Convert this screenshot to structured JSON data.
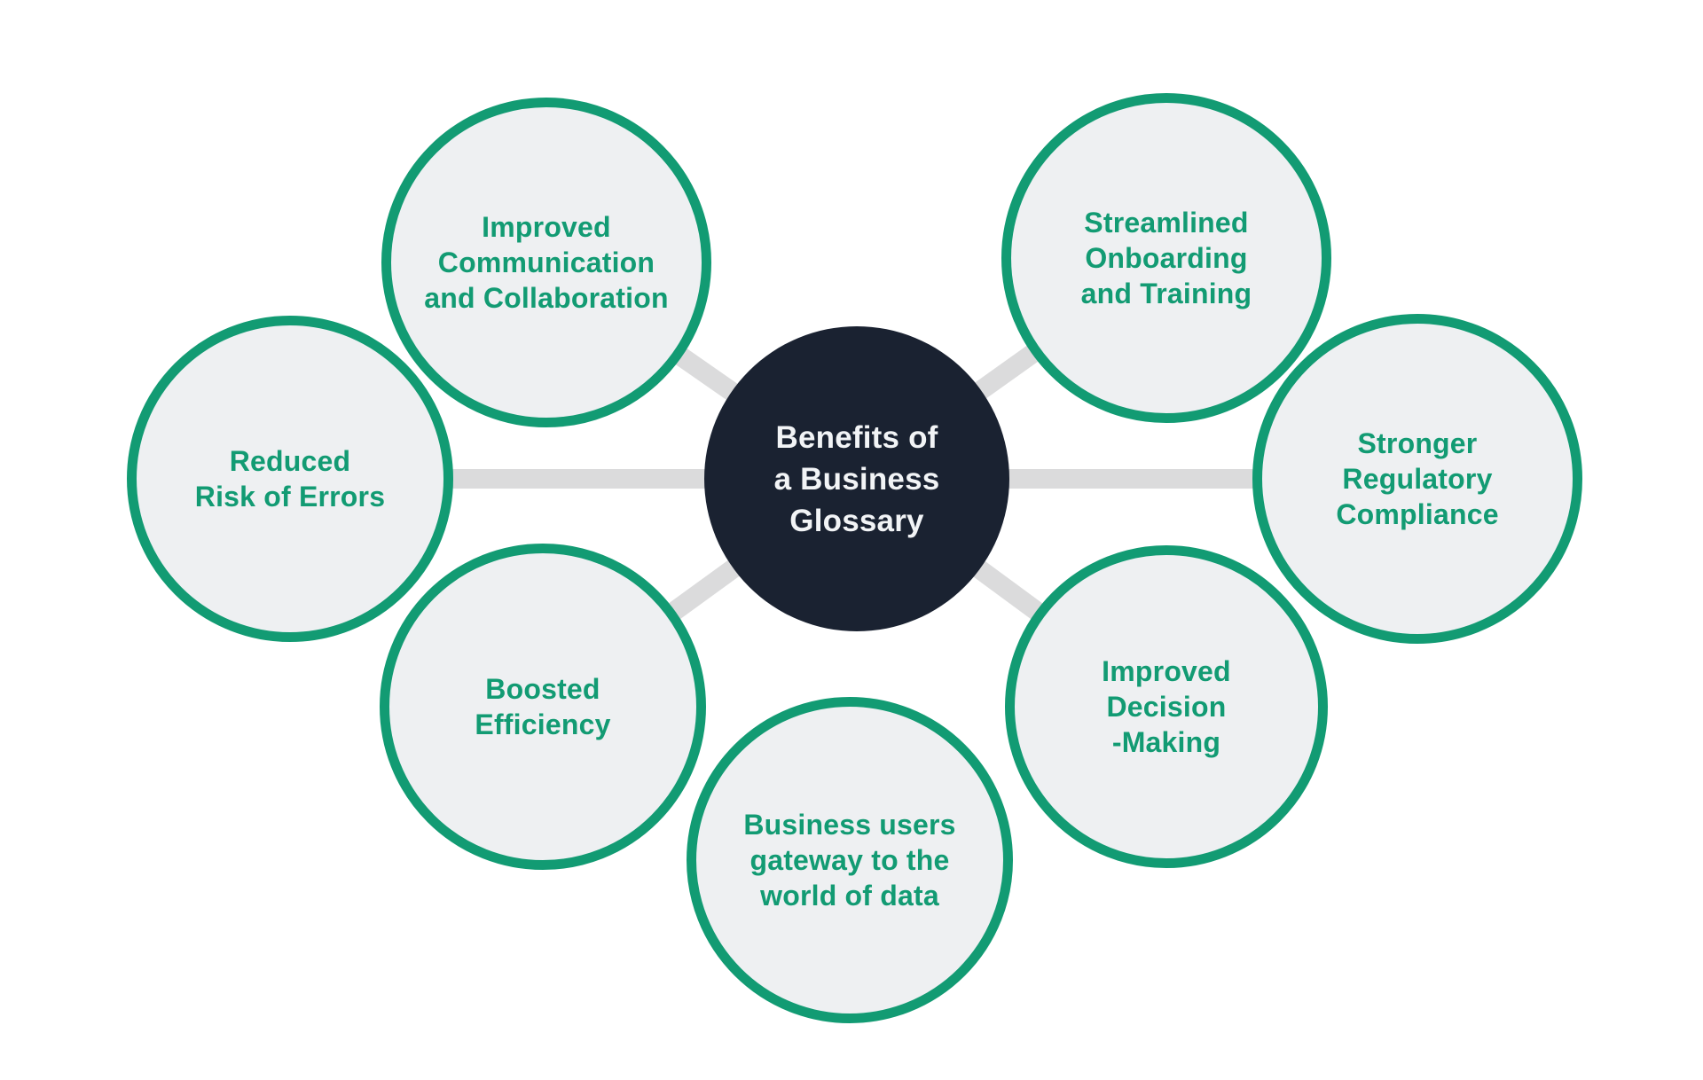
{
  "title": "Benefits of a Business Glossary",
  "colors": {
    "accent_green": "#129b73",
    "satellite_fill": "#eef0f2",
    "center_fill": "#1a2231",
    "center_text": "#f2f4f6",
    "connector_gray": "#dbdbdc",
    "background": "#ffffff"
  },
  "center": {
    "id": "center",
    "lines": [
      "Benefits of",
      "a Business",
      "Glossary"
    ]
  },
  "nodes": [
    {
      "id": "improved-communication",
      "lines": [
        "Improved",
        "Communication",
        "and Collaboration"
      ]
    },
    {
      "id": "streamlined-onboarding",
      "lines": [
        "Streamlined",
        "Onboarding",
        "and Training"
      ]
    },
    {
      "id": "reduced-risk-of-errors",
      "lines": [
        "Reduced",
        "Risk of Errors"
      ]
    },
    {
      "id": "stronger-regulatory-compliance",
      "lines": [
        "Stronger",
        "Regulatory",
        "Compliance"
      ]
    },
    {
      "id": "boosted-efficiency",
      "lines": [
        "Boosted",
        "Efficiency"
      ]
    },
    {
      "id": "improved-decision-making",
      "lines": [
        "Improved",
        "Decision",
        "-Making"
      ]
    },
    {
      "id": "business-users-gateway",
      "lines": [
        "Business users",
        "gateway to the",
        "world of data"
      ]
    }
  ],
  "connections": [
    {
      "from": "center",
      "to": "improved-communication"
    },
    {
      "from": "center",
      "to": "streamlined-onboarding"
    },
    {
      "from": "center",
      "to": "reduced-risk-of-errors"
    },
    {
      "from": "center",
      "to": "stronger-regulatory-compliance"
    },
    {
      "from": "center",
      "to": "boosted-efficiency"
    },
    {
      "from": "center",
      "to": "improved-decision-making"
    }
  ]
}
